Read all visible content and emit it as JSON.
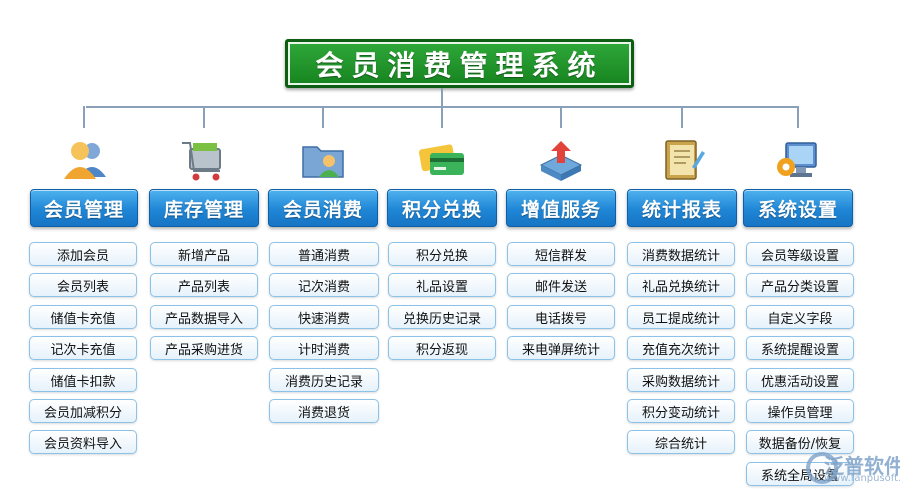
{
  "title": "会员消费管理系统",
  "modules": [
    {
      "label": "会员管理",
      "icon": "members-icon",
      "items": [
        "添加会员",
        "会员列表",
        "储值卡充值",
        "记次卡充值",
        "储值卡扣款",
        "会员加减积分",
        "会员资料导入"
      ]
    },
    {
      "label": "库存管理",
      "icon": "shopping-cart-icon",
      "items": [
        "新增产品",
        "产品列表",
        "产品数据导入",
        "产品采购进货"
      ]
    },
    {
      "label": "会员消费",
      "icon": "folder-user-icon",
      "items": [
        "普通消费",
        "记次消费",
        "快速消费",
        "计时消费",
        "消费历史记录",
        "消费退货"
      ]
    },
    {
      "label": "积分兑换",
      "icon": "credit-card-icon",
      "items": [
        "积分兑换",
        "礼品设置",
        "兑换历史记录",
        "积分返现"
      ]
    },
    {
      "label": "增值服务",
      "icon": "upload-box-icon",
      "items": [
        "短信群发",
        "邮件发送",
        "电话拨号",
        "来电弹屏统计"
      ]
    },
    {
      "label": "统计报表",
      "icon": "notebook-icon",
      "items": [
        "消费数据统计",
        "礼品兑换统计",
        "员工提成统计",
        "充值充次统计",
        "采购数据统计",
        "积分变动统计",
        "综合统计"
      ]
    },
    {
      "label": "系统设置",
      "icon": "computer-gear-icon",
      "items": [
        "会员等级设置",
        "产品分类设置",
        "自定义字段",
        "系统提醒设置",
        "优惠活动设置",
        "操作员管理",
        "数据备份/恢复",
        "系统全局设置"
      ]
    }
  ],
  "watermark": {
    "text": "泛普软件",
    "url": "www.fanpusoft.com"
  },
  "colors": {
    "title_green": "#17841f",
    "header_blue": "#1f86d6",
    "item_border": "#8cc2e8"
  }
}
